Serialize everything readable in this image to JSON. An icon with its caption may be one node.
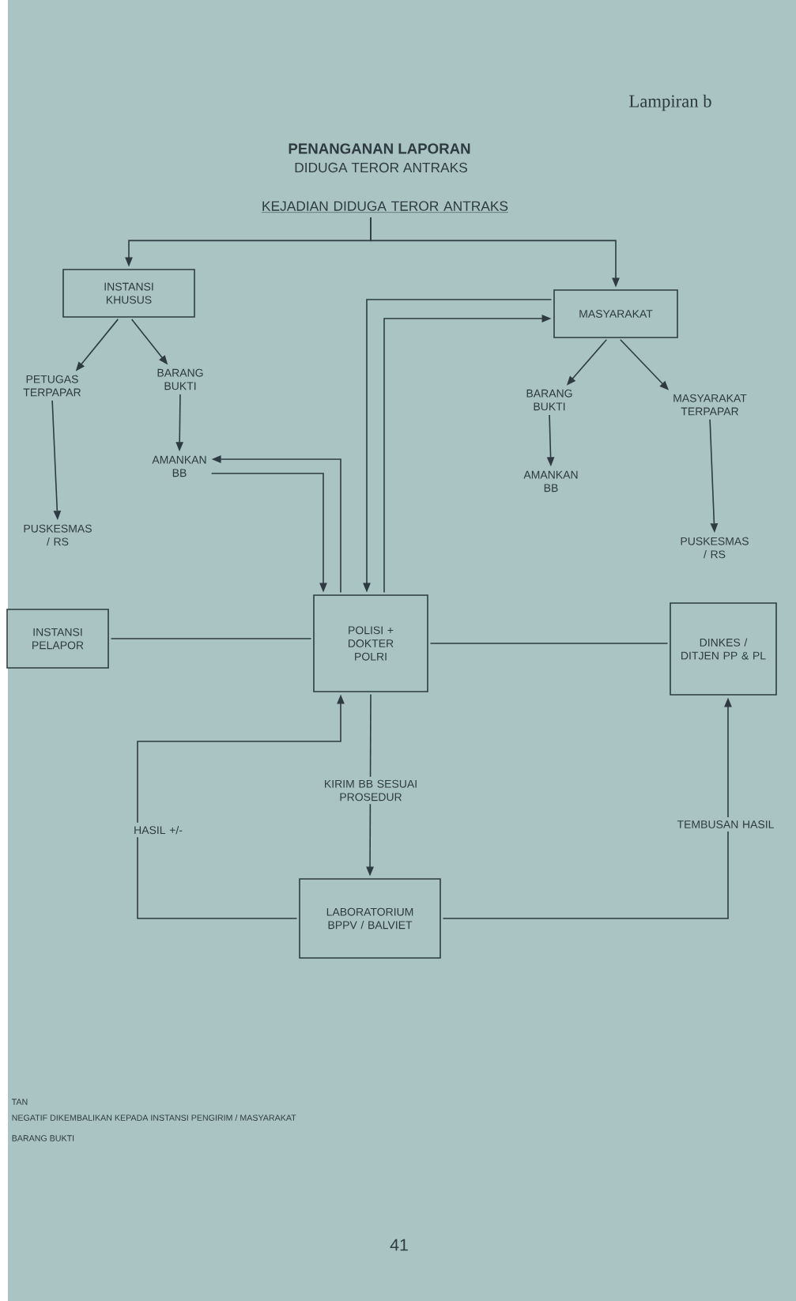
{
  "diagram": {
    "title": "PENANGANAN LAPORAN",
    "nodes": [
      {
        "text": [
          "KEJADIAN DIDUGA TEROR ANTRAKS"
        ]
      },
      {
        "text": [
          "INSTANSI KHUSUS"
        ]
      },
      {
        "text": [
          "MASYARAKAT"
        ]
      },
      {
        "text": [
          "PETUGAS TERPAPAR"
        ]
      },
      {
        "text": [
          "BARANG BUKTI"
        ]
      },
      {
        "text": [
          "AMANKAN BB"
        ]
      },
      {
        "text": [
          "PUSKESMAS / RS"
        ]
      },
      {
        "text": [
          "BARANG BUKTI"
        ]
      },
      {
        "text": [
          "MASYARAKAT TERPAPAR"
        ]
      },
      {
        "text": [
          "AMANKAN BB"
        ]
      },
      {
        "text": [
          "PUSKESMAS / RS"
        ]
      },
      {
        "text": [
          "INSTANSI PELAPOR"
        ]
      },
      {
        "text": [
          "POLISI + DOKTER POLRI"
        ]
      },
      {
        "text": [
          "DINKES / DITJEN PP & PL"
        ]
      },
      {
        "text": [
          "LABORATORIUM BPPV / BALVIET"
        ]
      }
    ],
    "edges": [
      {
        "from": 0,
        "to": 1,
        "arrow": "to"
      },
      {
        "from": 0,
        "to": 2,
        "arrow": "to"
      },
      {
        "from": 1,
        "to": 3,
        "arrow": "to"
      },
      {
        "from": 1,
        "to": 4,
        "arrow": "to"
      },
      {
        "from": 4,
        "to": 5,
        "arrow": "to"
      },
      {
        "from": 3,
        "to": 6,
        "arrow": "to"
      },
      {
        "from": 2,
        "to": 7,
        "arrow": "to"
      },
      {
        "from": 2,
        "to": 8,
        "arrow": "to"
      },
      {
        "from": 7,
        "to": 9,
        "arrow": "to"
      },
      {
        "from": 8,
        "to": 10,
        "arrow": "to"
      },
      {
        "from": 12,
        "to": 5,
        "arrow": "to"
      },
      {
        "from": 5,
        "to": 12,
        "arrow": "to"
      },
      {
        "from": 2,
        "to": 12,
        "arrow": "to"
      },
      {
        "from": 12,
        "to": 2,
        "arrow": "to"
      },
      {
        "from": 11,
        "to": 12,
        "arrow": "none"
      },
      {
        "from": 12,
        "to": 13,
        "arrow": "none"
      },
      {
        "from": 12,
        "to": 14,
        "arrow": "to",
        "label": "KIRIM BB SESUAI PROSEDUR"
      },
      {
        "from": 14,
        "to": 12,
        "arrow": "to",
        "label": "HASIL +/-"
      },
      {
        "from": 14,
        "to": 13,
        "arrow": "to",
        "label": "TEMBUSAN HASIL"
      }
    ],
    "labels": [
      "Lampiran b",
      "DIDUGA TEROR ANTRAKS",
      "TAN",
      "NEGATIF DIKEMBALIKAN KEPADA INSTANSI PENGIRIM / MASYARAKAT",
      "BARANG BUKTI",
      "41"
    ]
  }
}
